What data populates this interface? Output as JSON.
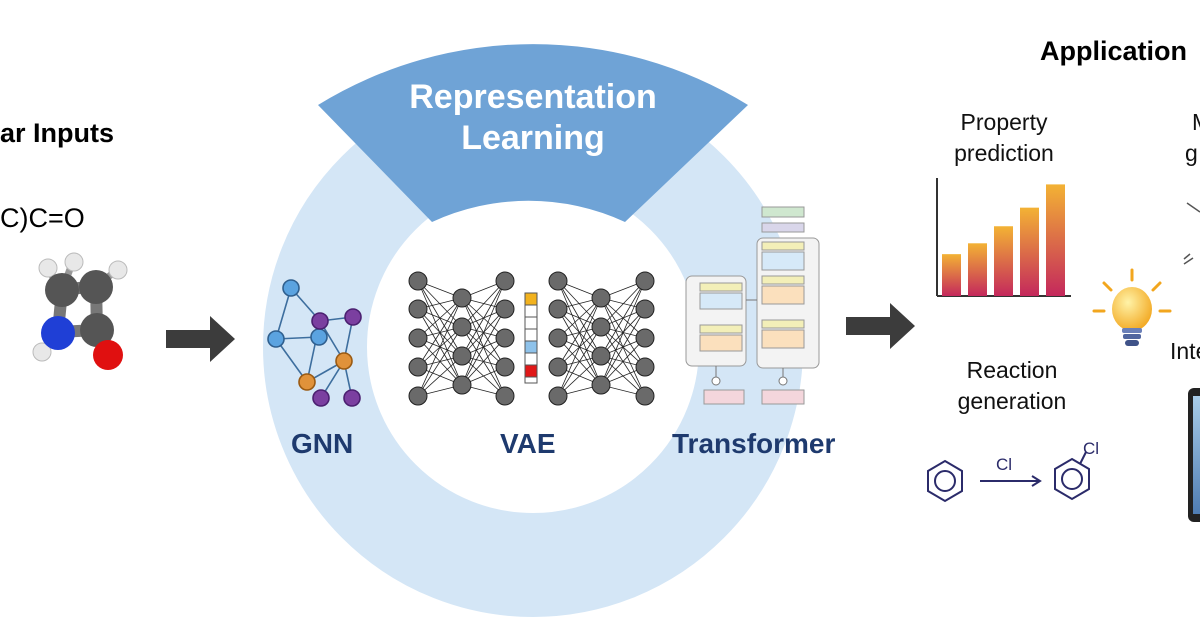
{
  "inputs": {
    "header": "ar Inputs",
    "smiles": "C)C=O"
  },
  "representation": {
    "title_line1": "Representation",
    "title_line2": "Learning"
  },
  "models": {
    "gnn": "GNN",
    "vae": "VAE",
    "transformer": "Transformer"
  },
  "applications": {
    "header": "Application",
    "property_line1": "Property",
    "property_line2": "prediction",
    "molecule_line1": "M",
    "molecule_line2": "g",
    "reaction_line1": "Reaction",
    "reaction_line2": "generation",
    "reagent": "Cl",
    "product_substituent": "Cl",
    "interp_partial": "Inte"
  },
  "colors": {
    "ring": "#d4e6f6",
    "rep_banner": "#6fa3d6",
    "model_text": "#1e3a6e",
    "arrow": "#3c3c3c",
    "gnn_blue": "#5ba3e0",
    "gnn_purple": "#7b3fa0",
    "gnn_orange": "#e0923a"
  },
  "chart_data": {
    "type": "bar",
    "values": [
      0.27,
      0.34,
      0.45,
      0.57,
      0.72
    ]
  }
}
